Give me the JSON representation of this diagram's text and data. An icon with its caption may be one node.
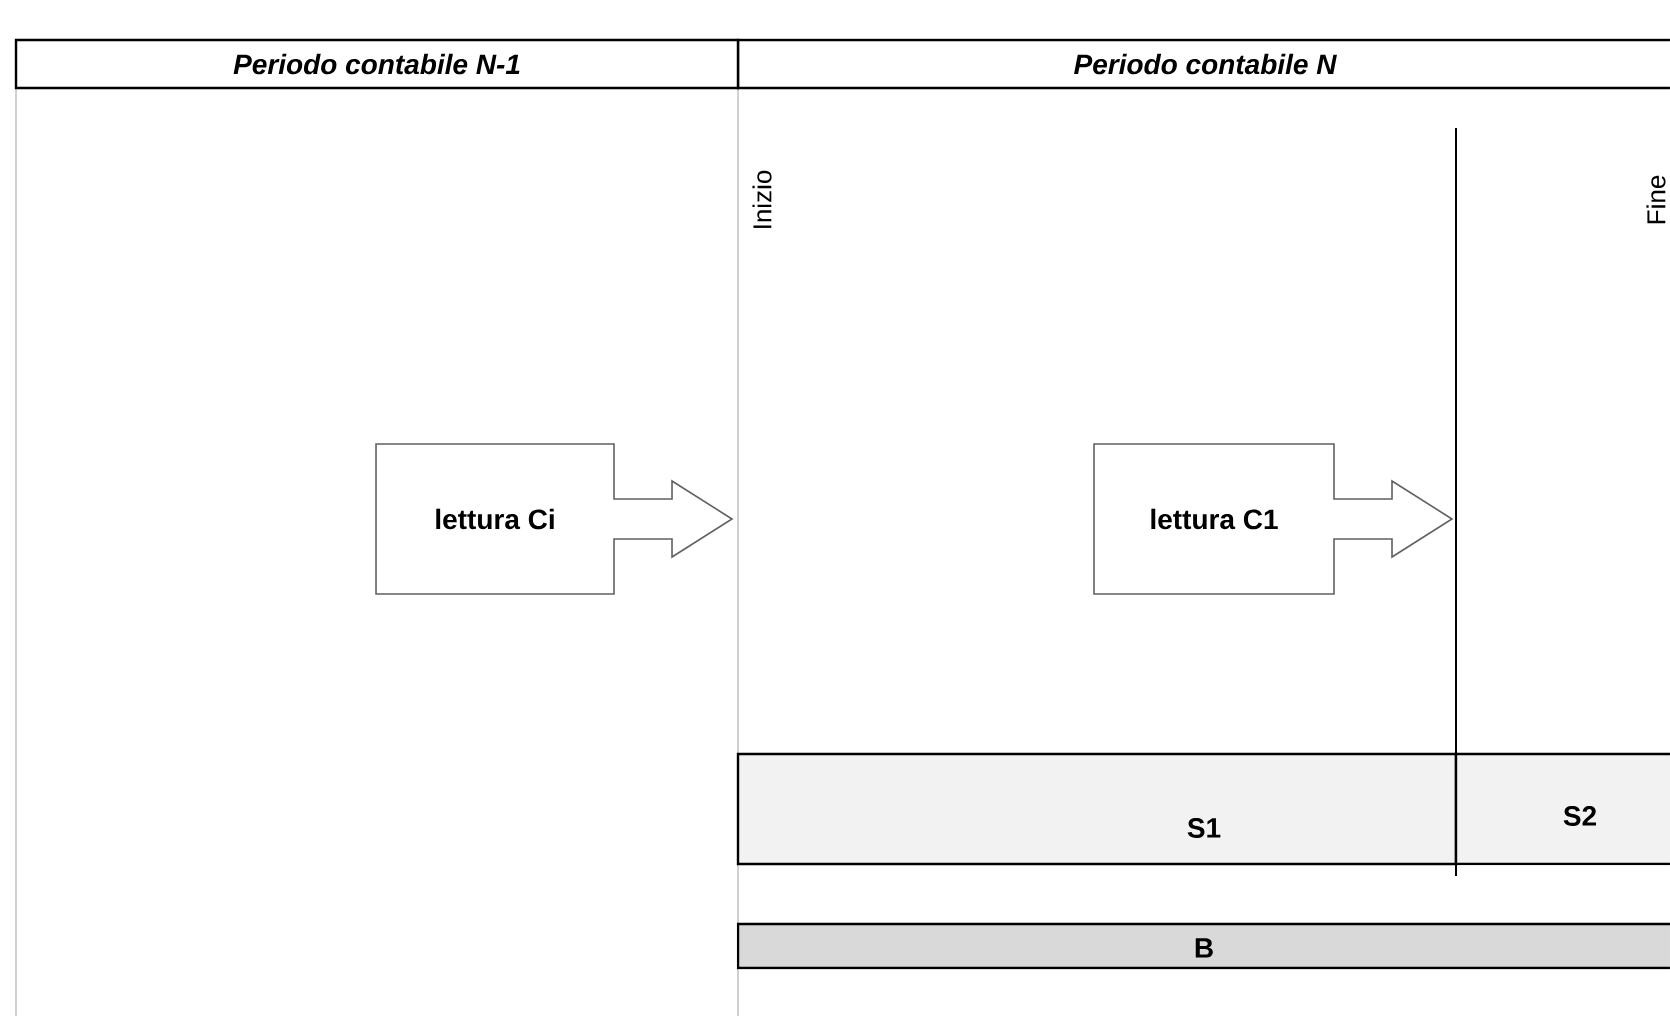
{
  "diagram": {
    "nodes": [
      {
        "text": [
          "Periodo contabile N-1"
        ]
      },
      {
        "text": [
          "Periodo contabile N"
        ]
      },
      {
        "text": [
          "lettura Ci"
        ]
      },
      {
        "text": [
          "lettura C1"
        ]
      },
      {
        "text": [
          "S1"
        ]
      },
      {
        "text": [
          "S2"
        ]
      },
      {
        "text": [
          "B"
        ]
      }
    ],
    "labels": [
      "Inizio",
      "Fine"
    ]
  }
}
